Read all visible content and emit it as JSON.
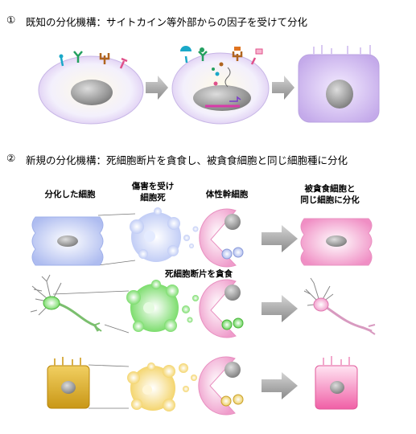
{
  "section1": {
    "number": "①",
    "title": "既知の分化機構：サイトカイン等外部からの因子を受けて分化"
  },
  "section2": {
    "number": "②",
    "title": "新規の分化機構：死細胞断片を貪食し、被貪食細胞と同じ細胞種に分化",
    "col_differentiated": "分化した細胞",
    "col_damaged_line1": "傷害を受け",
    "col_damaged_line2": "細胞死",
    "col_somatic_stem": "体性幹細胞",
    "col_result_line1": "被貪食細胞と",
    "col_result_line2": "同じ細胞に分化",
    "mid_label": "死細胞断片を貪食"
  },
  "colors": {
    "blue_cell": "#b7c2f2",
    "green_cell": "#66dd55",
    "yellow_cell": "#e0b830",
    "pink_cell": "#f3a5d1",
    "stem_cell": "#f4ecff",
    "arrow_gray": "#9e9e9e"
  }
}
